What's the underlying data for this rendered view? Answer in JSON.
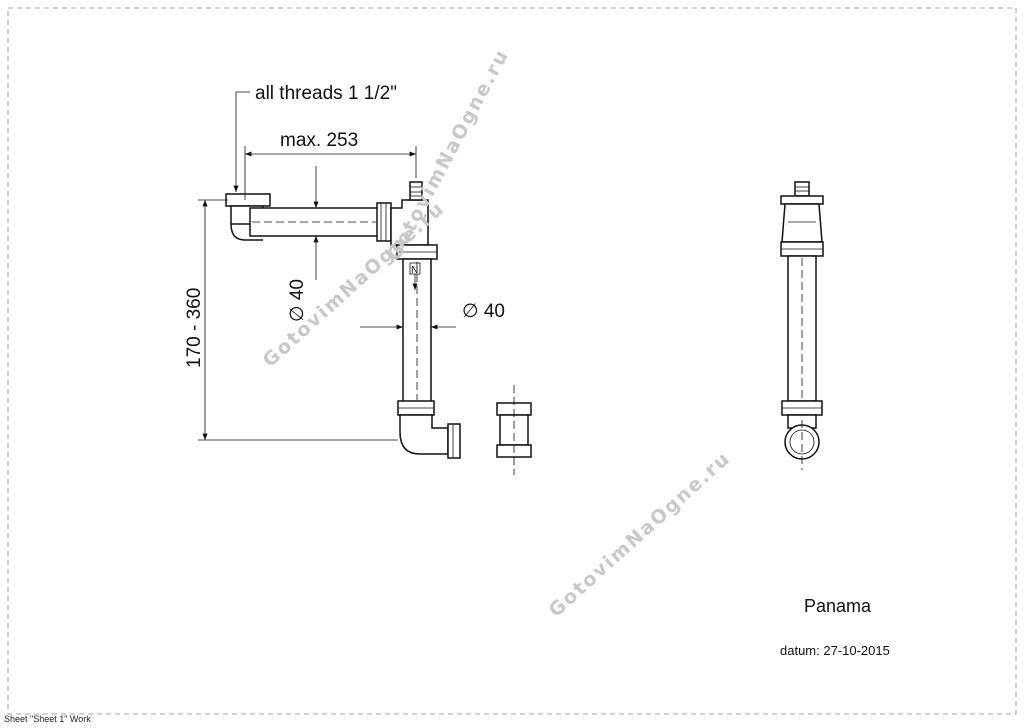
{
  "labels": {
    "threads": "all threads 1 1/2\"",
    "max_length": "max.  253",
    "height_range": "170  -  360",
    "diameter_branch": "∅ 40",
    "diameter_pipe": "∅ 40",
    "valve_mark": "N"
  },
  "title_block": {
    "name": "Panama",
    "date": "datum: 27-10-2015"
  },
  "watermarks": [
    "GotovimNaOgne.ru",
    "GotovimNaOgne.ru",
    "GotovimNaOgne.ru"
  ],
  "footer": "Sheet \"Sheet 1\" Work"
}
